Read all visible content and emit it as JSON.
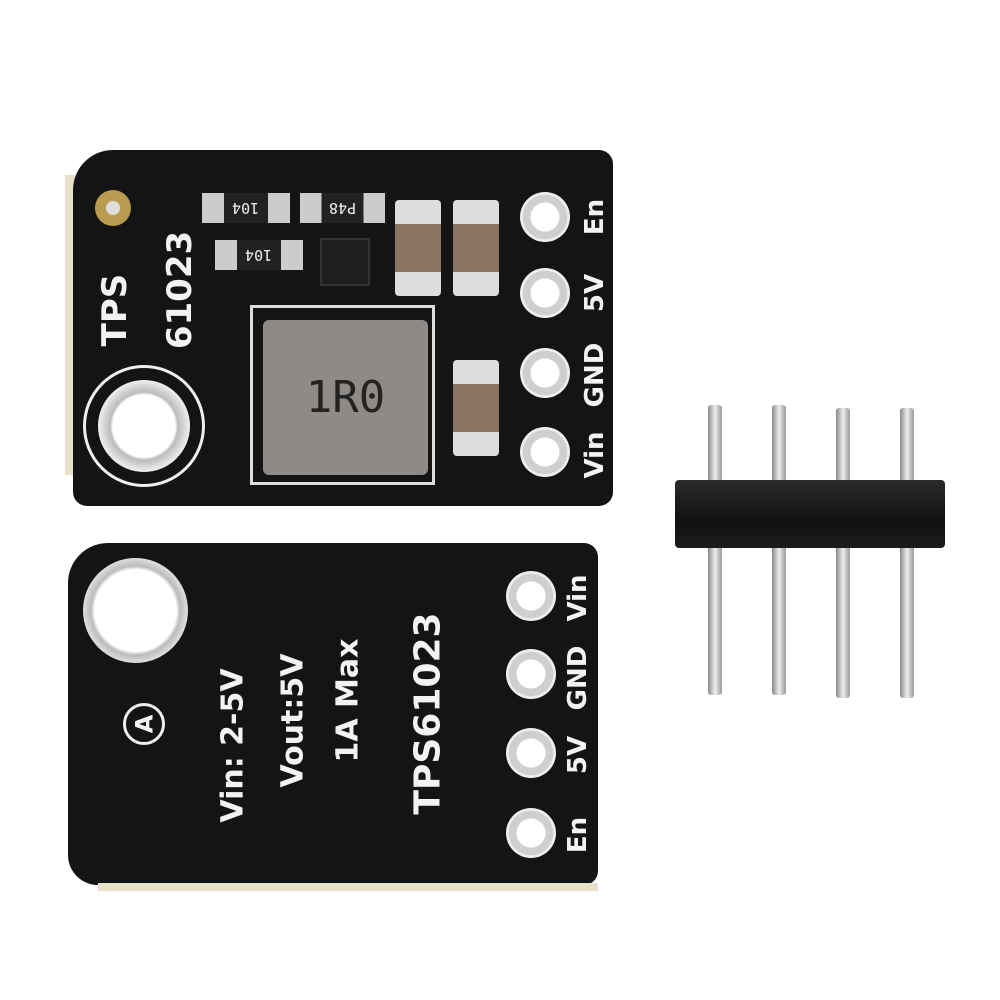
{
  "top_board": {
    "chip_label_line1": "TPS",
    "chip_label_line2": "61023",
    "inductor_marking": "1R0",
    "resistor_markings": [
      "104",
      "P48",
      "104"
    ],
    "pin_labels": [
      "En",
      "5V",
      "GND",
      "Vin"
    ]
  },
  "bottom_board": {
    "logo": "A",
    "spec_lines": [
      "Vin: 2-5V",
      "Vout:5V",
      "1A Max",
      "TPS61023"
    ],
    "pin_labels": [
      "Vin",
      "GND",
      "5V",
      "En"
    ]
  },
  "header": {
    "pin_count": 4
  },
  "colors": {
    "pcb": "#141414",
    "silkscreen": "#f2f2f2",
    "pad": "#d9d9d9",
    "header_plastic": "#1a1a1a"
  }
}
